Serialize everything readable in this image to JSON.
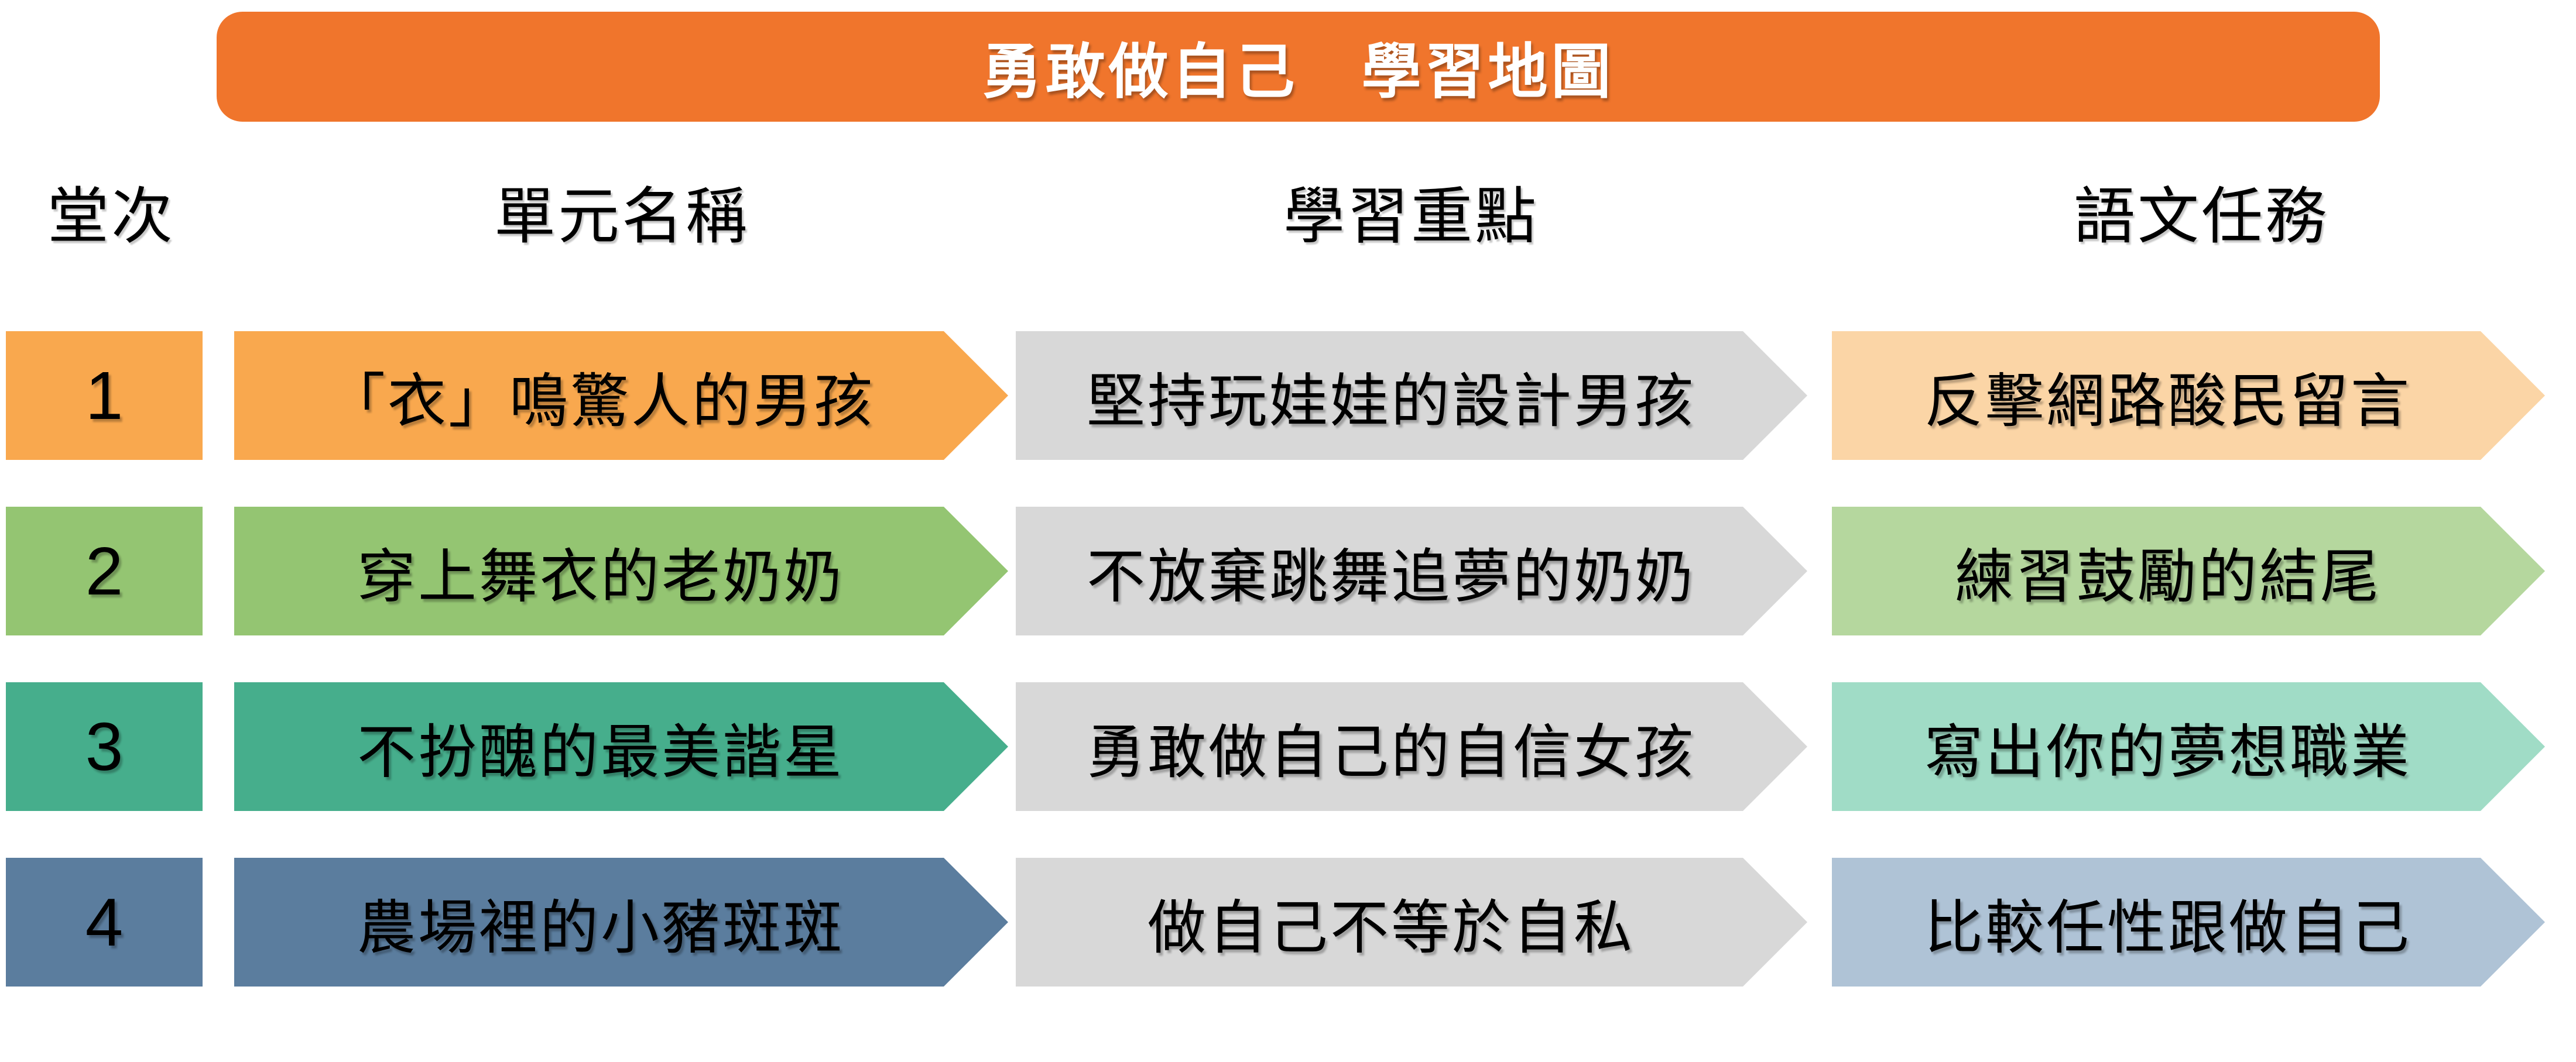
{
  "title": "勇敢做自己　學習地圖",
  "columns": [
    "堂次",
    "單元名稱",
    "學習重點",
    "語文任務"
  ],
  "rows": [
    {
      "session": "1",
      "unit": "「衣」鳴驚人的男孩",
      "focus": "堅持玩娃娃的設計男孩",
      "task": "反擊網路酸民留言",
      "main_color": "#F9A84E",
      "task_color": "#FBD5A6"
    },
    {
      "session": "2",
      "unit": "穿上舞衣的老奶奶",
      "focus": "不放棄跳舞追夢的奶奶",
      "task": "練習鼓勵的結尾",
      "main_color": "#94C572",
      "task_color": "#B5D79E"
    },
    {
      "session": "3",
      "unit": "不扮醜的最美諧星",
      "focus": "勇敢做自己的自信女孩",
      "task": "寫出你的夢想職業",
      "main_color": "#46AE8C",
      "task_color": "#A0DCC6"
    },
    {
      "session": "4",
      "unit": "農場裡的小豬斑斑",
      "focus": "做自己不等於自私",
      "task": "比較任性跟做自己",
      "main_color": "#5B7D9E",
      "task_color": "#AFC3D6"
    }
  ],
  "colors": {
    "banner_fill": "#F0752C",
    "banner_text": "#FFFFFF",
    "focus_fill": "#D8D8D8",
    "text": "#000000"
  }
}
